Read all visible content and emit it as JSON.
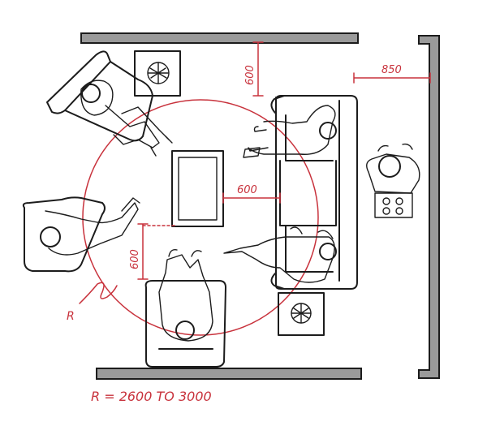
{
  "dimensions": {
    "top_gap": "600",
    "table_gap": "600",
    "left_gap": "600",
    "aisle": "850",
    "radius_label_short": "R",
    "radius_note": "R = 2600 TO 3000"
  },
  "colors": {
    "ink": "#1c1c1c",
    "annotation": "#c8323c",
    "wall_fill": "#9a9a9a"
  }
}
